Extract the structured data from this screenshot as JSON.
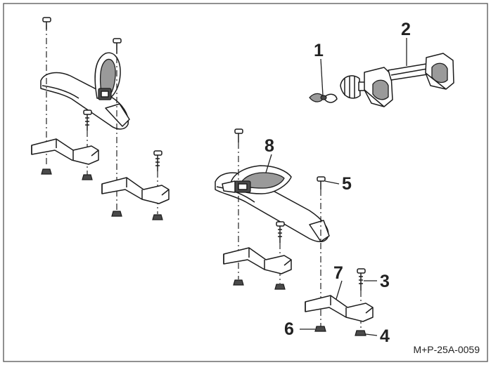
{
  "figure": {
    "callouts": [
      {
        "id": "1",
        "label": "1"
      },
      {
        "id": "2",
        "label": "2"
      },
      {
        "id": "3",
        "label": "3"
      },
      {
        "id": "4",
        "label": "4"
      },
      {
        "id": "5",
        "label": "5"
      },
      {
        "id": "6",
        "label": "6"
      },
      {
        "id": "7",
        "label": "7"
      },
      {
        "id": "8",
        "label": "8"
      }
    ],
    "reference_code": "M+P-25A-0059",
    "colors": {
      "ink": "#1c1c1c",
      "shade": "#9a9a9a",
      "frame": "#555555"
    }
  }
}
